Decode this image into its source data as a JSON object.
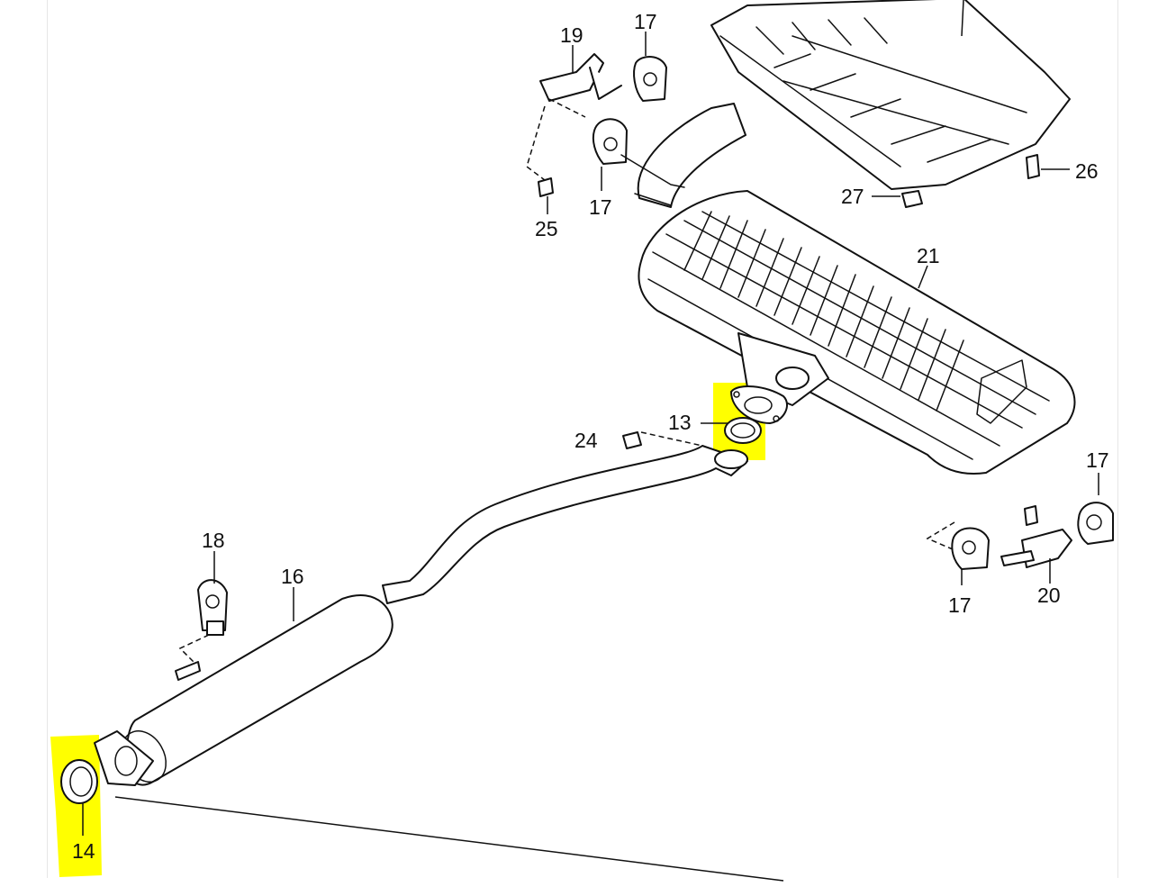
{
  "highlight_color": "#ffff00",
  "labels": {
    "p13": "13",
    "p14": "14",
    "p16": "16",
    "p17a": "17",
    "p17b": "17",
    "p17c": "17",
    "p17d": "17",
    "p18": "18",
    "p19": "19",
    "p20": "20",
    "p21": "21",
    "p24": "24",
    "p25": "25",
    "p26": "26",
    "p27": "27"
  }
}
